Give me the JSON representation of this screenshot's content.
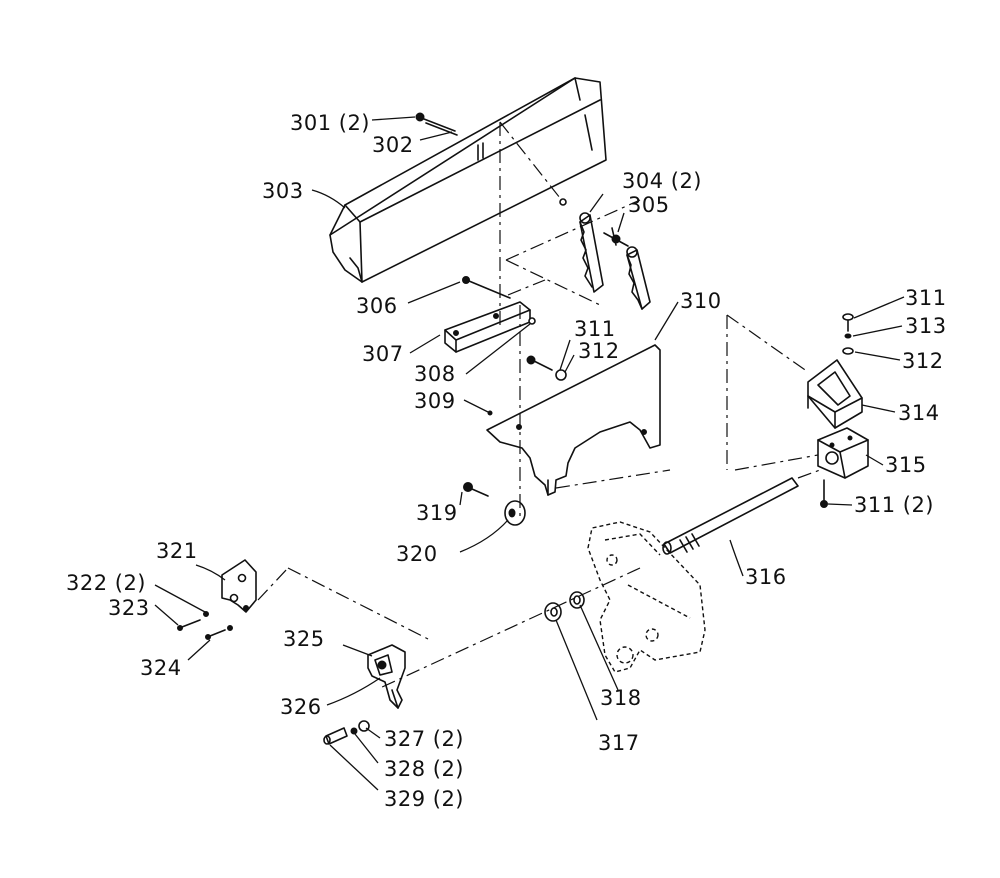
{
  "callouts": {
    "c301": "301 (2)",
    "c302": "302",
    "c303": "303",
    "c304": "304 (2)",
    "c305": "305",
    "c306": "306",
    "c307": "307",
    "c308": "308",
    "c309": "309",
    "c310": "310",
    "c311a": "311",
    "c311b": "311",
    "c311c": "311 (2)",
    "c312a": "312",
    "c312b": "312",
    "c313": "313",
    "c314": "314",
    "c315": "315",
    "c316": "316",
    "c317": "317",
    "c318": "318",
    "c319": "319",
    "c320": "320",
    "c321": "321",
    "c322": "322 (2)",
    "c323": "323",
    "c324": "324",
    "c325": "325",
    "c326": "326",
    "c327": "327 (2)",
    "c328": "328 (2)",
    "c329": "329 (2)"
  }
}
